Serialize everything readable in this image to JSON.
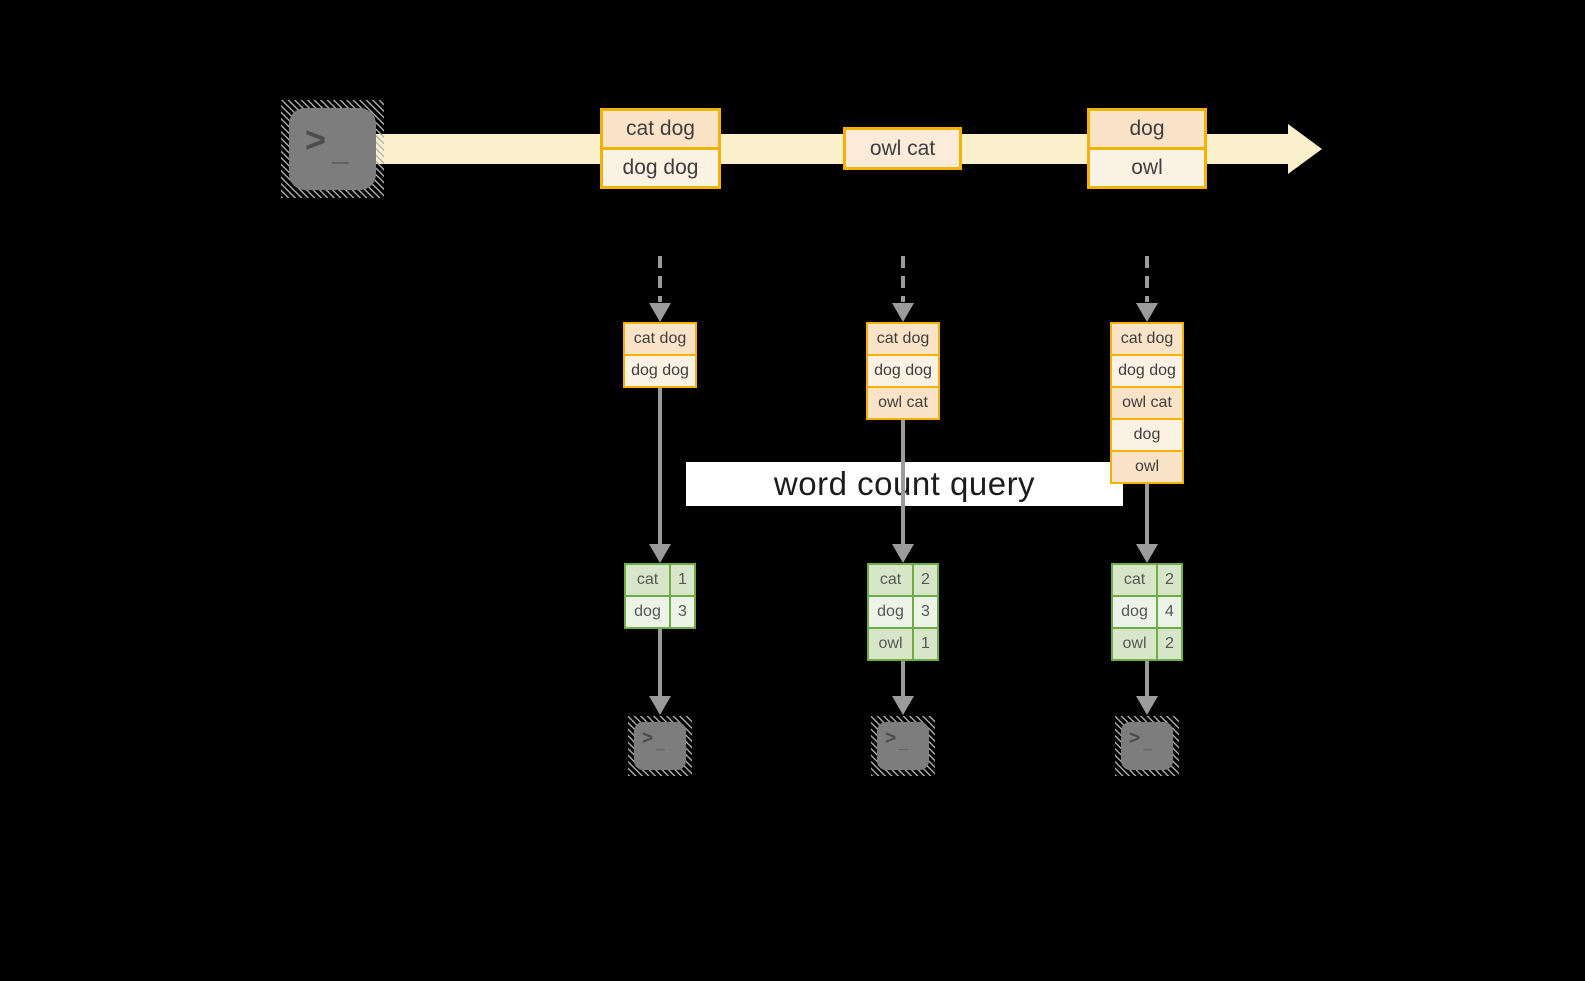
{
  "diagram": {
    "query_label": "word count query",
    "stream": {
      "messages": [
        {
          "lines": [
            "cat dog",
            "dog dog"
          ]
        },
        {
          "lines": [
            "owl cat"
          ]
        },
        {
          "lines": [
            "dog",
            "owl"
          ]
        }
      ]
    },
    "columns": [
      {
        "buffer": [
          "cat dog",
          "dog dog"
        ],
        "counts": [
          {
            "word": "cat",
            "count": "1"
          },
          {
            "word": "dog",
            "count": "3"
          }
        ]
      },
      {
        "buffer": [
          "cat dog",
          "dog dog",
          "owl cat"
        ],
        "counts": [
          {
            "word": "cat",
            "count": "2"
          },
          {
            "word": "dog",
            "count": "3"
          },
          {
            "word": "owl",
            "count": "1"
          }
        ]
      },
      {
        "buffer": [
          "cat dog",
          "dog dog",
          "owl cat",
          "dog",
          "owl"
        ],
        "counts": [
          {
            "word": "cat",
            "count": "2"
          },
          {
            "word": "dog",
            "count": "4"
          },
          {
            "word": "owl",
            "count": "2"
          }
        ]
      }
    ],
    "icons": {
      "prompt_chevron": ">",
      "prompt_underscore": "_"
    },
    "colors": {
      "bg": "#000000",
      "cream": "#fbf0cc",
      "orange": "#f2b200",
      "peach": "#fae3c6",
      "peach-light": "#fcf2e4",
      "peach-mid": "#fbebd8",
      "gray": "#9b9b9b",
      "green": "#6fac44",
      "green-dark": "#d7e6c9",
      "green-light": "#edf4e7",
      "term-gray": "#7d7d7d",
      "glyph-gray": "#4c4c4c"
    }
  }
}
